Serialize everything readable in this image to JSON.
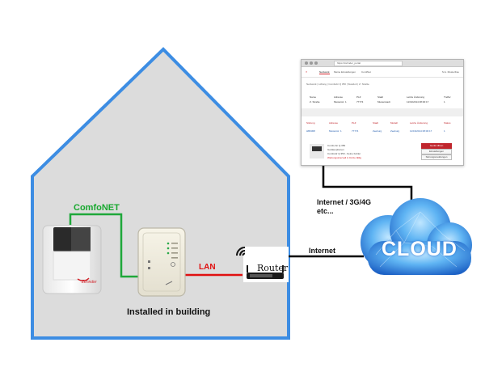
{
  "labels": {
    "comfonet": "ComfoNET",
    "lan": "LAN",
    "installed": "Installed in building",
    "internet": "Internet",
    "mobile_line1": "Internet / 3G/4G",
    "mobile_line2": "etc...",
    "router": "Router",
    "cloud": "CLOUD"
  },
  "unit_brand": "Zehnder",
  "browser": {
    "url": "https://zehnder_portal",
    "nav_items": [
      "Netzwerk",
      "Meine Einstellungen",
      "ComfNet"
    ],
    "user": "S.G. Musterfrau",
    "breadcrumb": "Netzwerk  |  Lüftung  |  ComfoAir Q 350  |  Standort  |  Z. Straße",
    "table1": {
      "headers": [
        "Name",
        "Adresse",
        "PLZ",
        "Stadt",
        "Letzte Änderung",
        "Treffer"
      ],
      "row": [
        "Z. Straße",
        "Musterstr. 1",
        "77774",
        "Musterstadt",
        "11/19/2014 08:00:17",
        "1"
      ]
    },
    "table2": {
      "headers": [
        "Störung",
        "Adresse",
        "PLZ",
        "Stadt",
        "Modell",
        "Letzte Änderung",
        "Status"
      ],
      "row": [
        "HB0308",
        "Musterstr. 1",
        "77774",
        "Zeeburg",
        "Zeeburg",
        "11/19/2014 08:00:17",
        "1"
      ]
    },
    "detail": {
      "lines": [
        "Comfo Air Q 350",
        "Geräteoptionen",
        "ComfoAir Q 350 - Keine Fehler",
        "Wartungsintervall in Kürze fällig"
      ],
      "buttons": [
        "Gerät öffnen",
        "Einstellungen",
        "Störungsmeldungen"
      ]
    }
  },
  "colors": {
    "house_outline": "#3d8de3",
    "house_fill": "#dcdcdc",
    "comfonet_line": "#1fa83a",
    "lan_line": "#e01010",
    "internet_line": "#000000",
    "cloud_blue": "#2d7fd6",
    "brand_red": "#d2232a"
  }
}
